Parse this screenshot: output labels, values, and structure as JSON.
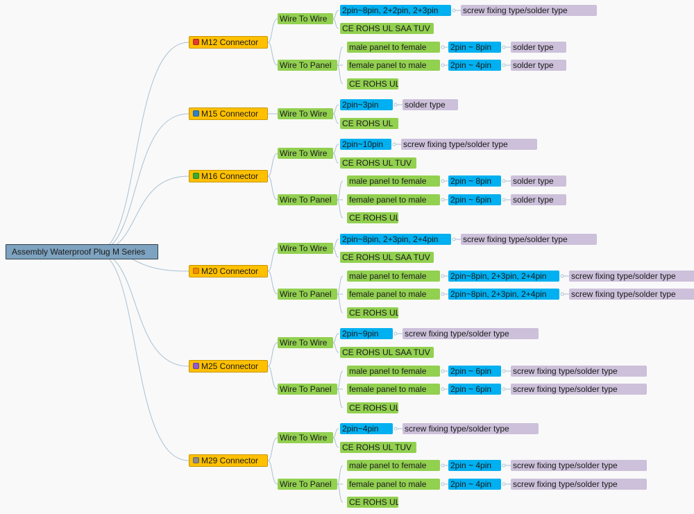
{
  "colors": {
    "root": "#7ea3c0",
    "connector": "#ffc000",
    "category": "#92d050",
    "pins": "#00b0f0",
    "type": "#ccc0da",
    "edge": "#a9c0d3"
  },
  "root": {
    "label": "Assembly Waterproof Plug M Series"
  },
  "connectors": [
    {
      "label": "M12 Connector",
      "marker_color": "#e03a2f",
      "groups": [
        {
          "label": "Wire To Wire",
          "rows": [
            {
              "pins": "2pin~8pin, 2+2pin, 2+3pin",
              "type": "screw fixing type/solder type"
            }
          ],
          "cert": "CE ROHS UL SAA TUV"
        },
        {
          "label": "Wire To Panel",
          "rows": [
            {
              "sub": "male panel to female",
              "pins": "2pin ~ 8pin",
              "type": "solder type"
            },
            {
              "sub": "female panel to male",
              "pins": "2pin ~ 4pin",
              "type": "solder type"
            }
          ],
          "cert": "CE ROHS UL"
        }
      ]
    },
    {
      "label": "M15 Connector",
      "marker_color": "#2f7fd1",
      "groups": [
        {
          "label": "Wire To Wire",
          "rows": [
            {
              "pins": "2pin~3pin",
              "type": "solder type"
            }
          ],
          "cert": "CE ROHS UL"
        }
      ]
    },
    {
      "label": "M16 Connector",
      "marker_color": "#3aaa35",
      "groups": [
        {
          "label": "Wire To Wire",
          "rows": [
            {
              "pins": "2pin~10pin",
              "type": "screw fixing type/solder type"
            }
          ],
          "cert": "CE ROHS UL TUV"
        },
        {
          "label": "Wire To Panel",
          "rows": [
            {
              "sub": "male panel to female",
              "pins": "2pin ~ 8pin",
              "type": "solder type"
            },
            {
              "sub": "female panel to male",
              "pins": "2pin ~ 6pin",
              "type": "solder type"
            }
          ],
          "cert": "CE ROHS UL"
        }
      ]
    },
    {
      "label": "M20 Connector",
      "marker_color": "#f08c00",
      "groups": [
        {
          "label": "Wire To Wire",
          "rows": [
            {
              "pins": "2pin~8pin, 2+3pin, 2+4pin",
              "type": "screw fixing type/solder type"
            }
          ],
          "cert": "CE ROHS UL SAA TUV"
        },
        {
          "label": "Wire To Panel",
          "rows": [
            {
              "sub": "male panel to female",
              "pins": "2pin~8pin, 2+3pin, 2+4pin",
              "type": "screw fixing type/solder type"
            },
            {
              "sub": "female panel to male",
              "pins": "2pin~8pin, 2+3pin, 2+4pin",
              "type": "screw fixing type/solder type"
            }
          ],
          "cert": "CE ROHS UL"
        }
      ]
    },
    {
      "label": "M25 Connector",
      "marker_color": "#8e5bd0",
      "groups": [
        {
          "label": "Wire To Wire",
          "rows": [
            {
              "pins": "2pin~9pin",
              "type": "screw fixing type/solder type"
            }
          ],
          "cert": "CE ROHS UL SAA TUV"
        },
        {
          "label": "Wire To Panel",
          "rows": [
            {
              "sub": "male panel to female",
              "pins": "2pin ~ 6pin",
              "type": "screw fixing type/solder type"
            },
            {
              "sub": "female panel to male",
              "pins": "2pin ~ 6pin",
              "type": "screw fixing type/solder type"
            }
          ],
          "cert": "CE ROHS UL"
        }
      ]
    },
    {
      "label": "M29 Connector",
      "marker_color": "#8a8a8a",
      "groups": [
        {
          "label": "Wire To Wire",
          "rows": [
            {
              "pins": "2pin~4pin",
              "type": "screw fixing type/solder type"
            }
          ],
          "cert": "CE ROHS UL TUV"
        },
        {
          "label": "Wire To Panel",
          "rows": [
            {
              "sub": "male panel to female",
              "pins": "2pin ~ 4pin",
              "type": "screw fixing type/solder type"
            },
            {
              "sub": "female panel to male",
              "pins": "2pin ~ 4pin",
              "type": "screw fixing type/solder type"
            }
          ],
          "cert": "CE ROHS UL"
        }
      ]
    }
  ]
}
